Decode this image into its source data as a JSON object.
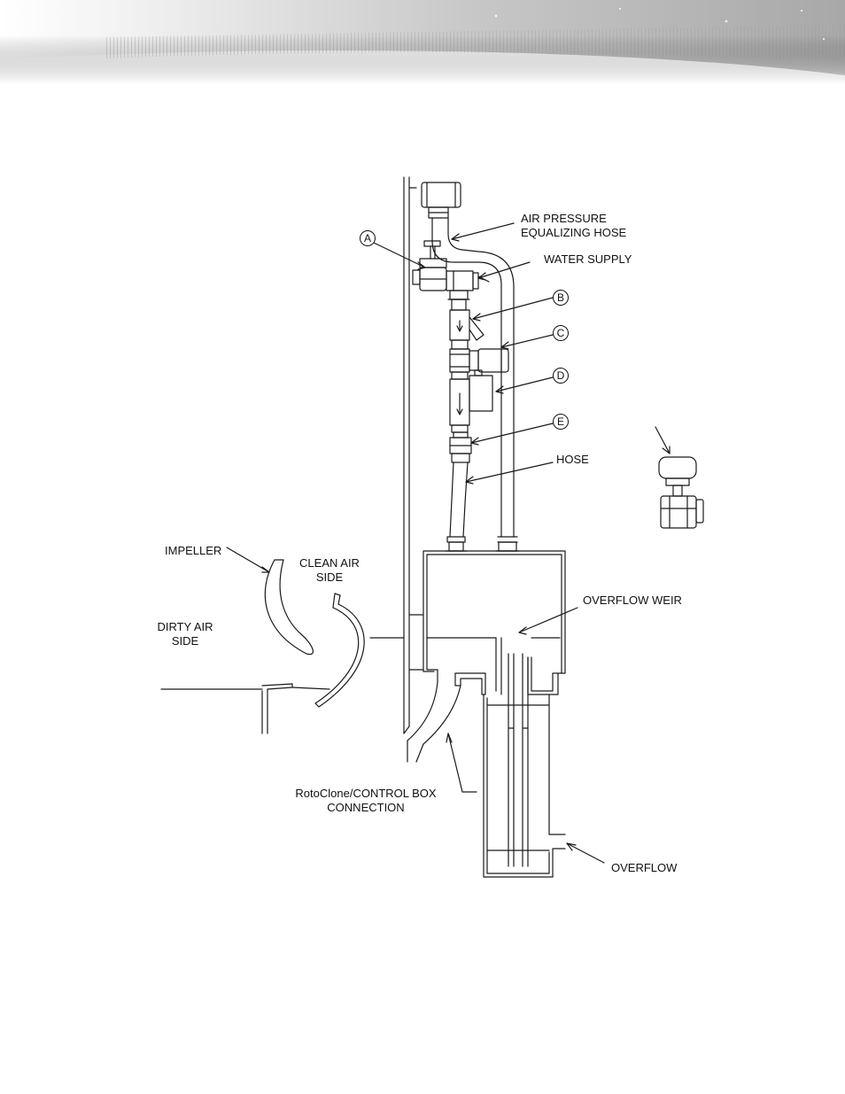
{
  "labels": {
    "air_pressure_1": "AIR PRESSURE",
    "air_pressure_2": "EQUALIZING HOSE",
    "water_supply": "WATER SUPPLY",
    "hose": "HOSE",
    "impeller": "IMPELLER",
    "clean_air_1": "CLEAN AIR",
    "clean_air_2": "SIDE",
    "dirty_air_1": "DIRTY AIR",
    "dirty_air_2": "SIDE",
    "overflow_weir": "OVERFLOW WEIR",
    "rotoclone_1": "RotoClone/CONTROL BOX",
    "rotoclone_2": "CONNECTION",
    "overflow": "OVERFLOW"
  },
  "callouts": {
    "a": "A",
    "b": "B",
    "c": "C",
    "d": "D",
    "e": "E"
  },
  "colors": {
    "line": "#1a1a1a",
    "header_gray": "#b9b9b9"
  }
}
